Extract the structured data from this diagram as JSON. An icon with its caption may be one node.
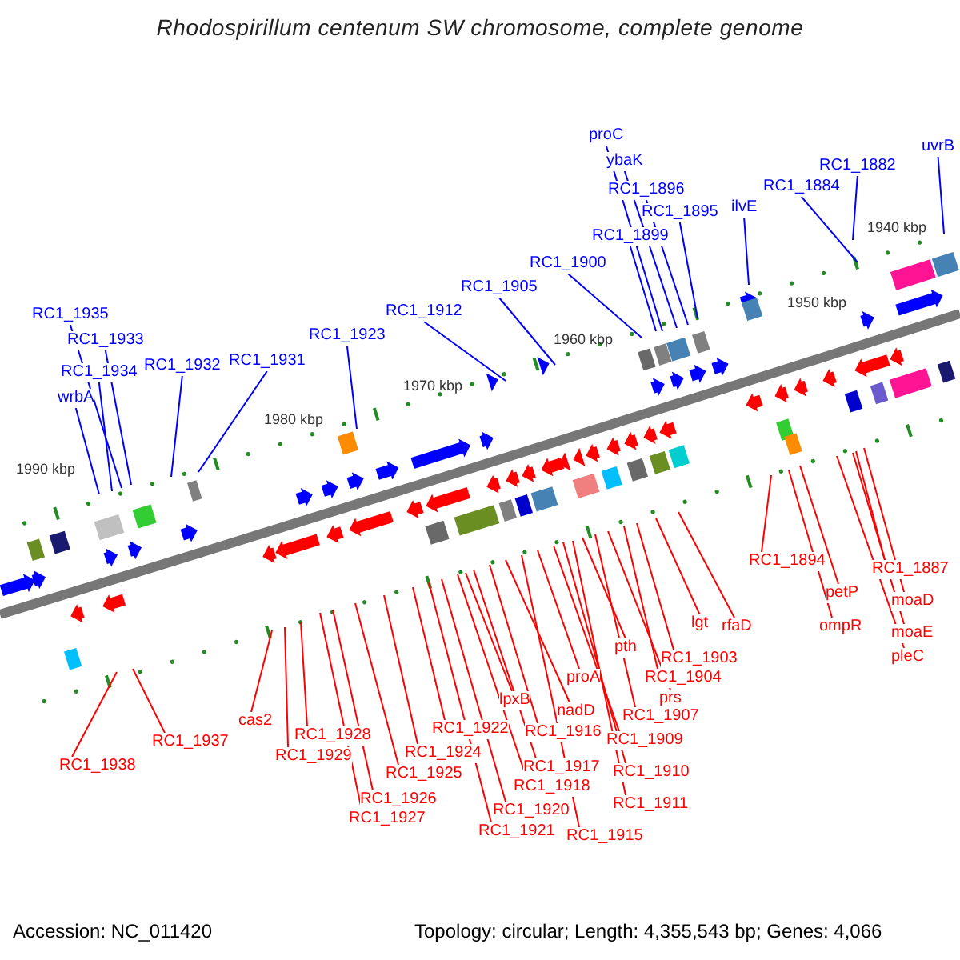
{
  "diagram": {
    "title": "Rhodospirillum centenum SW chromosome, complete genome",
    "nodes": [
      {
        "text": [
          "RC1_1935"
        ]
      },
      {
        "text": [
          "RC1_1933"
        ]
      },
      {
        "text": [
          "RC1_1934"
        ]
      },
      {
        "text": [
          "wrbA"
        ]
      },
      {
        "text": [
          "RC1_1932"
        ]
      },
      {
        "text": [
          "RC1_1931"
        ]
      },
      {
        "text": [
          "RC1_1923"
        ]
      },
      {
        "text": [
          "RC1_1912"
        ]
      },
      {
        "text": [
          "RC1_1905"
        ]
      },
      {
        "text": [
          "RC1_1900"
        ]
      },
      {
        "text": [
          "proC"
        ]
      },
      {
        "text": [
          "ybaK"
        ]
      },
      {
        "text": [
          "RC1_1896"
        ]
      },
      {
        "text": [
          "RC1_1899"
        ]
      },
      {
        "text": [
          "RC1_1895"
        ]
      },
      {
        "text": [
          "ilvE"
        ]
      },
      {
        "text": [
          "RC1_1884"
        ]
      },
      {
        "text": [
          "RC1_1882"
        ]
      },
      {
        "text": [
          "uvrB"
        ]
      },
      {
        "text": [
          "RC1_1938"
        ]
      },
      {
        "text": [
          "RC1_1937"
        ]
      },
      {
        "text": [
          "cas2"
        ]
      },
      {
        "text": [
          "RC1_1929"
        ]
      },
      {
        "text": [
          "RC1_1928"
        ]
      },
      {
        "text": [
          "RC1_1927"
        ]
      },
      {
        "text": [
          "RC1_1926"
        ]
      },
      {
        "text": [
          "RC1_1925"
        ]
      },
      {
        "text": [
          "RC1_1924"
        ]
      },
      {
        "text": [
          "RC1_1922"
        ]
      },
      {
        "text": [
          "RC1_1921"
        ]
      },
      {
        "text": [
          "RC1_1920"
        ]
      },
      {
        "text": [
          "RC1_1918"
        ]
      },
      {
        "text": [
          "RC1_1917"
        ]
      },
      {
        "text": [
          "lpxB"
        ]
      },
      {
        "text": [
          "RC1_1916"
        ]
      },
      {
        "text": [
          "nadD"
        ]
      },
      {
        "text": [
          "RC1_1915"
        ]
      },
      {
        "text": [
          "proA"
        ]
      },
      {
        "text": [
          "RC1_1909"
        ]
      },
      {
        "text": [
          "RC1_1910"
        ]
      },
      {
        "text": [
          "RC1_1911"
        ]
      },
      {
        "text": [
          "pth"
        ]
      },
      {
        "text": [
          "RC1_1907"
        ]
      },
      {
        "text": [
          "prs"
        ]
      },
      {
        "text": [
          "RC1_1904"
        ]
      },
      {
        "text": [
          "RC1_1903"
        ]
      },
      {
        "text": [
          "lgt"
        ]
      },
      {
        "text": [
          "rfaD"
        ]
      },
      {
        "text": [
          "RC1_1894"
        ]
      },
      {
        "text": [
          "petP"
        ]
      },
      {
        "text": [
          "ompR"
        ]
      },
      {
        "text": [
          "RC1_1887"
        ]
      },
      {
        "text": [
          "moaD"
        ]
      },
      {
        "text": [
          "moaE"
        ]
      },
      {
        "text": [
          "pleC"
        ]
      }
    ],
    "edges": [
      {
        "from": 0,
        "to": null,
        "arrow": "none",
        "color": "#0000ff"
      },
      {
        "from": 1,
        "to": null,
        "arrow": "none",
        "color": "#0000ff"
      },
      {
        "from": 2,
        "to": null,
        "arrow": "none",
        "color": "#0000ff"
      },
      {
        "from": 3,
        "to": null,
        "arrow": "none",
        "color": "#0000ff"
      },
      {
        "from": 4,
        "to": null,
        "arrow": "none",
        "color": "#0000ff"
      },
      {
        "from": 5,
        "to": null,
        "arrow": "none",
        "color": "#0000ff"
      },
      {
        "from": 6,
        "to": null,
        "arrow": "none",
        "color": "#0000ff"
      },
      {
        "from": 7,
        "to": null,
        "arrow": "none",
        "color": "#0000ff"
      },
      {
        "from": 8,
        "to": null,
        "arrow": "none",
        "color": "#0000ff"
      },
      {
        "from": 9,
        "to": null,
        "arrow": "none",
        "color": "#0000ff"
      },
      {
        "from": 10,
        "to": null,
        "arrow": "none",
        "color": "#0000ff"
      },
      {
        "from": 11,
        "to": null,
        "arrow": "none",
        "color": "#0000ff"
      },
      {
        "from": 12,
        "to": null,
        "arrow": "none",
        "color": "#0000ff"
      },
      {
        "from": 13,
        "to": null,
        "arrow": "none",
        "color": "#0000ff"
      },
      {
        "from": 14,
        "to": null,
        "arrow": "none",
        "color": "#0000ff"
      },
      {
        "from": 15,
        "to": null,
        "arrow": "none",
        "color": "#0000ff"
      },
      {
        "from": 16,
        "to": null,
        "arrow": "none",
        "color": "#0000ff"
      },
      {
        "from": 17,
        "to": null,
        "arrow": "none",
        "color": "#0000ff"
      },
      {
        "from": 18,
        "to": null,
        "arrow": "none",
        "color": "#0000ff"
      },
      {
        "from": 19,
        "to": null,
        "arrow": "none"
      },
      {
        "from": 20,
        "to": null,
        "arrow": "none"
      },
      {
        "from": 21,
        "to": null,
        "arrow": "none"
      },
      {
        "from": 22,
        "to": null,
        "arrow": "none"
      },
      {
        "from": 23,
        "to": null,
        "arrow": "none"
      },
      {
        "from": 24,
        "to": null,
        "arrow": "none"
      },
      {
        "from": 25,
        "to": null,
        "arrow": "none"
      },
      {
        "from": 26,
        "to": null,
        "arrow": "none"
      },
      {
        "from": 27,
        "to": null,
        "arrow": "none"
      },
      {
        "from": 28,
        "to": null,
        "arrow": "none"
      },
      {
        "from": 29,
        "to": null,
        "arrow": "none"
      },
      {
        "from": 30,
        "to": null,
        "arrow": "none"
      },
      {
        "from": 31,
        "to": null,
        "arrow": "none"
      },
      {
        "from": 32,
        "to": null,
        "arrow": "none"
      },
      {
        "from": 33,
        "to": null,
        "arrow": "none"
      },
      {
        "from": 34,
        "to": null,
        "arrow": "none"
      },
      {
        "from": 35,
        "to": null,
        "arrow": "none"
      },
      {
        "from": 36,
        "to": null,
        "arrow": "none"
      },
      {
        "from": 37,
        "to": null,
        "arrow": "none"
      },
      {
        "from": 38,
        "to": null,
        "arrow": "none"
      },
      {
        "from": 39,
        "to": null,
        "arrow": "none"
      },
      {
        "from": 40,
        "to": null,
        "arrow": "none"
      },
      {
        "from": 41,
        "to": null,
        "arrow": "none"
      },
      {
        "from": 42,
        "to": null,
        "arrow": "none"
      },
      {
        "from": 43,
        "to": null,
        "arrow": "none"
      },
      {
        "from": 44,
        "to": null,
        "arrow": "none"
      },
      {
        "from": 45,
        "to": null,
        "arrow": "none"
      },
      {
        "from": 46,
        "to": null,
        "arrow": "none"
      },
      {
        "from": 47,
        "to": null,
        "arrow": "none"
      },
      {
        "from": 48,
        "to": null,
        "arrow": "none"
      },
      {
        "from": 49,
        "to": null,
        "arrow": "none"
      },
      {
        "from": 50,
        "to": null,
        "arrow": "none"
      },
      {
        "from": 51,
        "to": null,
        "arrow": "none"
      },
      {
        "from": 52,
        "to": null,
        "arrow": "none"
      },
      {
        "from": 53,
        "to": null,
        "arrow": "none"
      },
      {
        "from": 54,
        "to": null,
        "arrow": "none"
      }
    ],
    "labels": [
      "1940 kbp",
      "1950 kbp",
      "1960 kbp",
      "1970 kbp",
      "1980 kbp",
      "1990 kbp",
      "Accession: NC_011420",
      "Topology: circular; Length: 4,355,543 bp; Genes: 4,066"
    ]
  }
}
